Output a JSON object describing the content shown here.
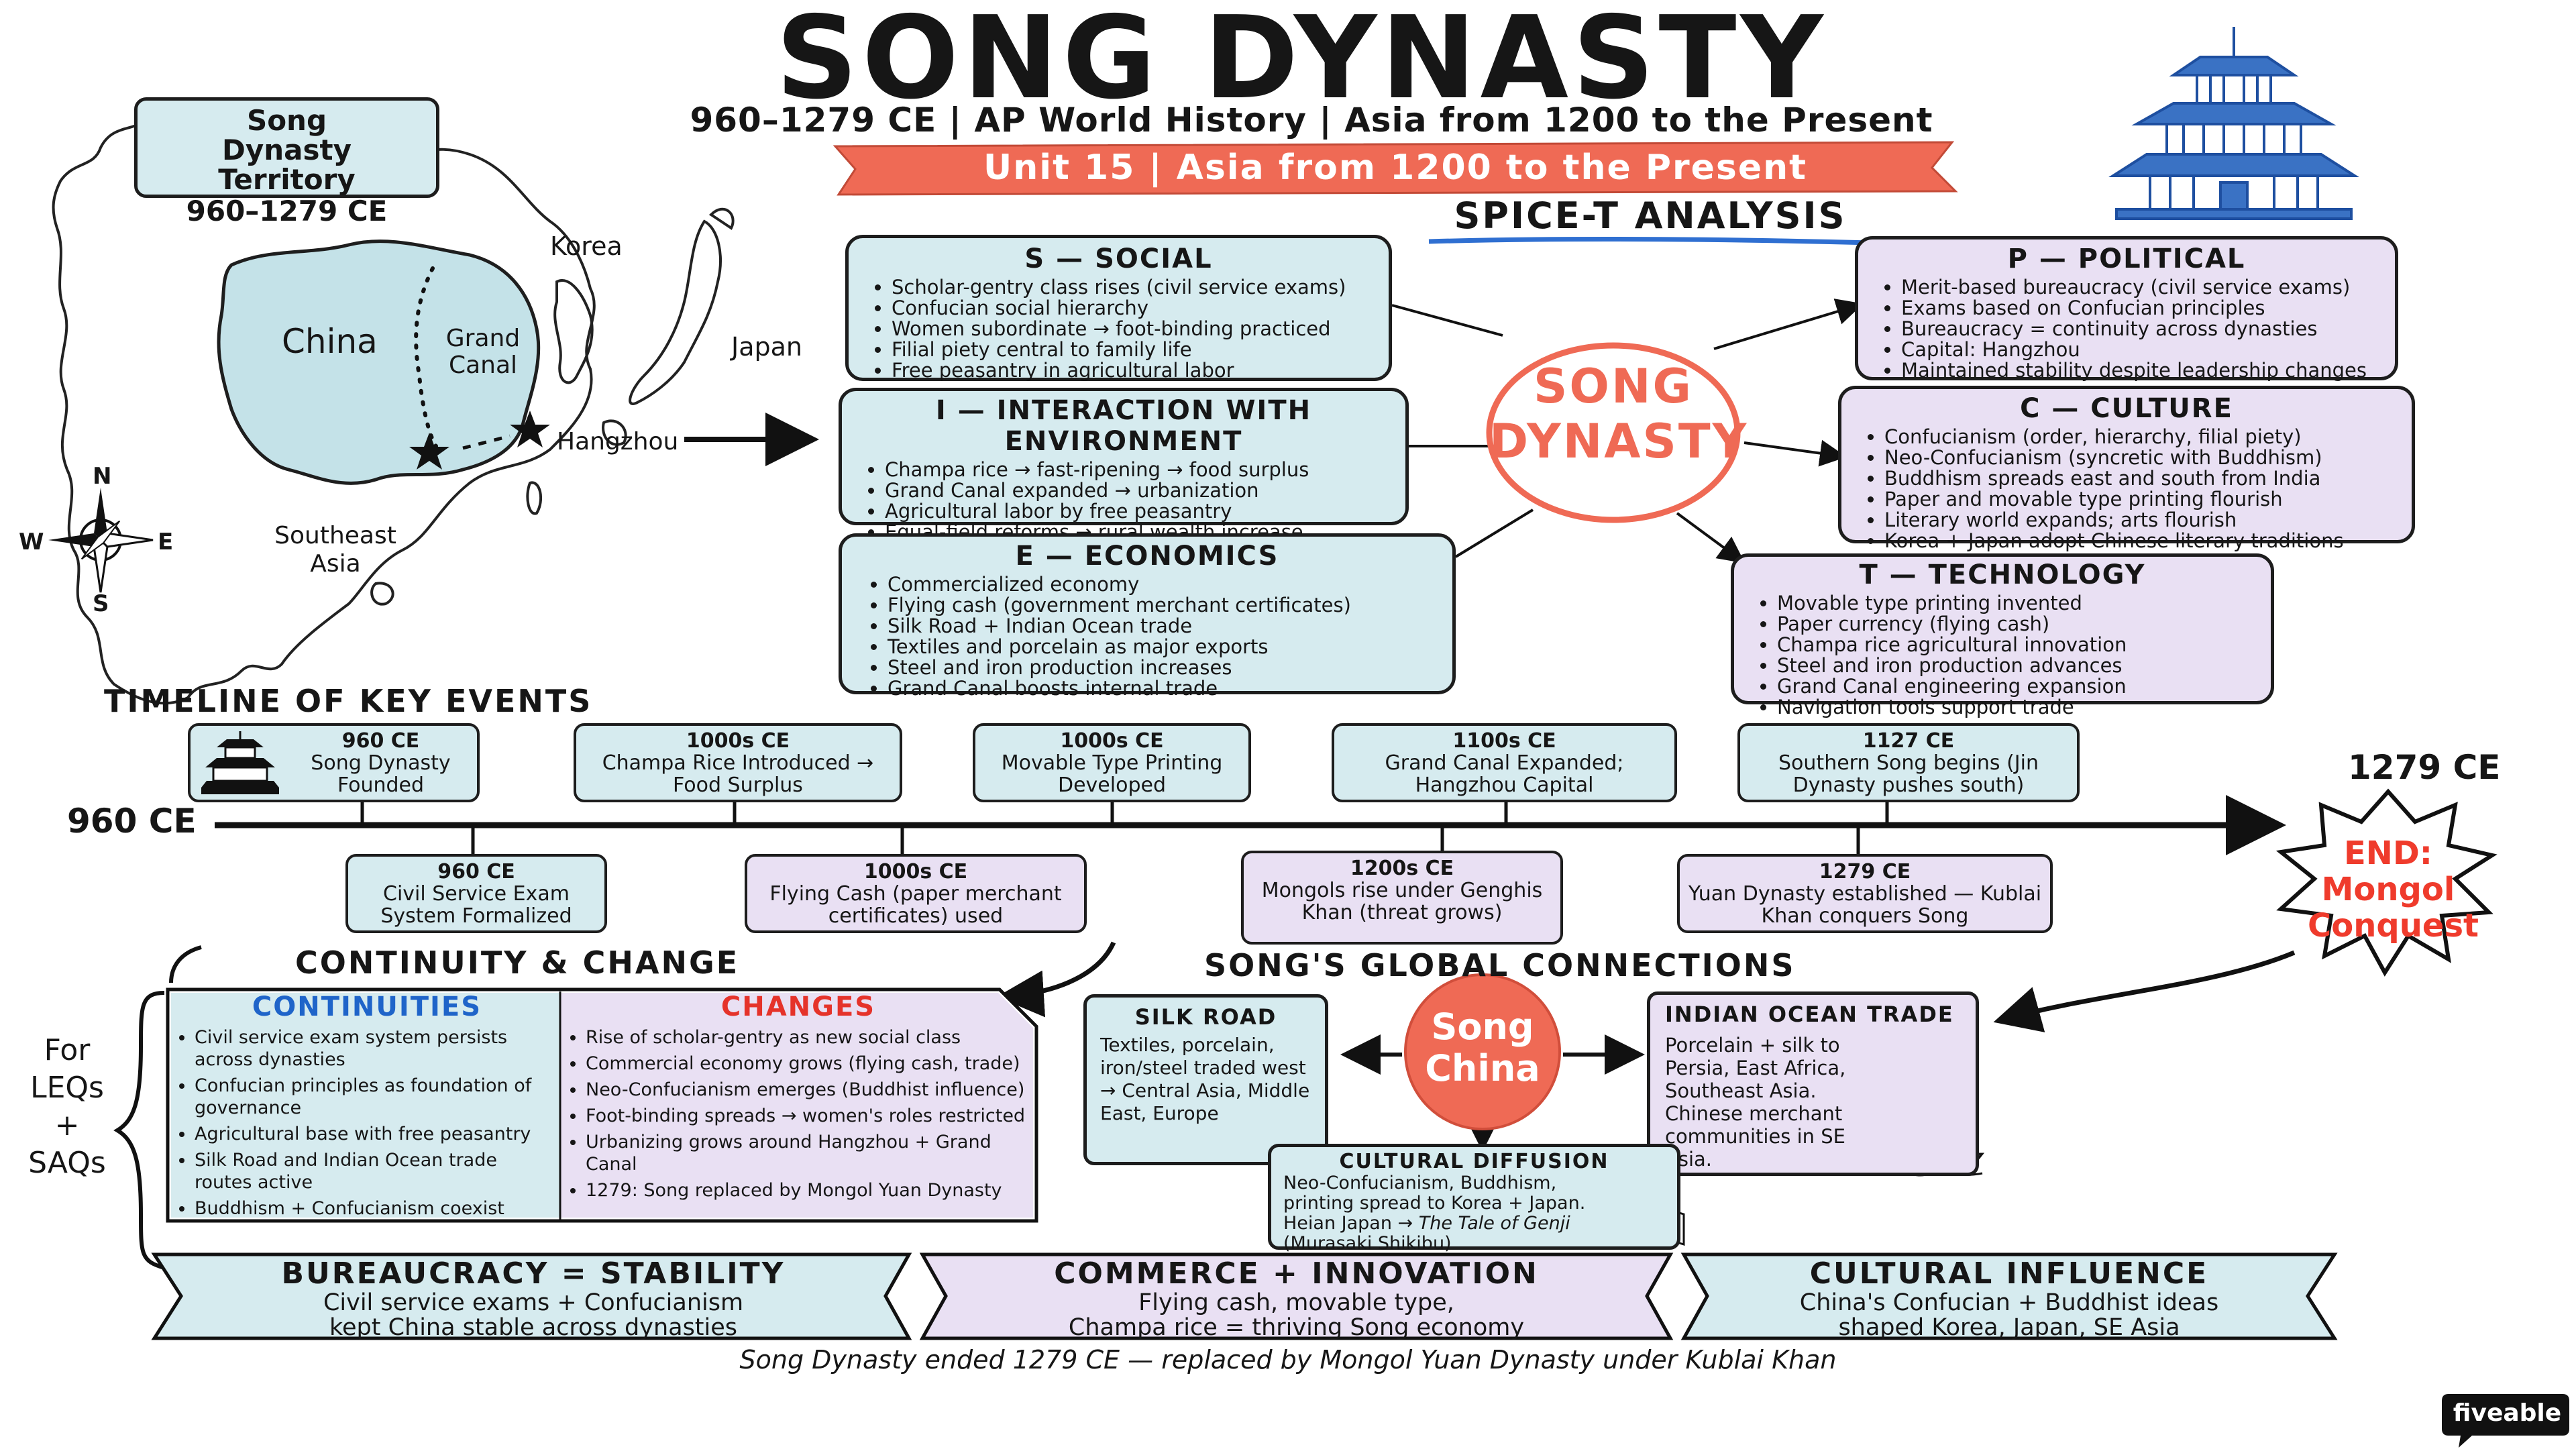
{
  "header": {
    "title": "SONG DYNASTY",
    "subtitle": "960–1279 CE | AP World History | Asia from 1200 to the Present",
    "unit_banner": "Unit 15 | Asia from 1200 to the Present",
    "spicet_heading": "SPICE-T ANALYSIS"
  },
  "map": {
    "territory_title": "Song Dynasty Territory",
    "territory_years": "960–1279 CE",
    "label_china": "China",
    "label_grand_canal": "Grand Canal",
    "label_korea": "Korea",
    "label_japan": "Japan",
    "label_hangzhou": "Hangzhou",
    "label_se_asia": "Southeast Asia",
    "compass_n": "N",
    "compass_s": "S",
    "compass_e": "E",
    "compass_w": "W"
  },
  "center": {
    "line1": "SONG",
    "line2": "DYNASTY"
  },
  "spicet": {
    "social": {
      "title": "S — SOCIAL",
      "items": [
        "Scholar-gentry class rises (civil service exams)",
        "Confucian social hierarchy",
        "Women subordinate → foot-binding practiced",
        "Filial piety central to family life",
        "Free peasantry in agricultural labor"
      ]
    },
    "interaction": {
      "title": "I — INTERACTION WITH ENVIRONMENT",
      "items": [
        "Champa rice → fast-ripening → food surplus",
        "Grand Canal expanded → urbanization",
        "Agricultural labor by free peasantry",
        "Equal-field reforms → rural wealth increase"
      ]
    },
    "economics": {
      "title": "E — ECONOMICS",
      "items": [
        "Commercialized economy",
        "Flying cash (government merchant certificates)",
        "Silk Road + Indian Ocean trade",
        "Textiles and porcelain as major exports",
        "Steel and iron production increases",
        "Grand Canal boosts internal trade"
      ]
    },
    "political": {
      "title": "P — POLITICAL",
      "items": [
        "Merit-based bureaucracy (civil service exams)",
        "Exams based on Confucian principles",
        "Bureaucracy = continuity across dynasties",
        "Capital: Hangzhou",
        "Maintained stability despite leadership changes"
      ]
    },
    "culture": {
      "title": "C — CULTURE",
      "items": [
        "Confucianism (order, hierarchy, filial piety)",
        "Neo-Confucianism (syncretic with Buddhism)",
        "Buddhism spreads east and south from India",
        "Paper and movable type printing flourish",
        "Literary world expands; arts flourish",
        "Korea + Japan adopt Chinese literary traditions"
      ]
    },
    "technology": {
      "title": "T — TECHNOLOGY",
      "items": [
        "Movable type printing invented",
        "Paper currency (flying cash)",
        "Champa rice agricultural innovation",
        "Steel and iron production advances",
        "Grand Canal engineering expansion",
        "Navigation tools support trade"
      ]
    }
  },
  "timeline": {
    "heading": "TIMELINE OF KEY EVENTS",
    "start": "960 CE",
    "end": "1279 CE",
    "end_badge_1": "END:",
    "end_badge_2": "Mongol",
    "end_badge_3": "Conquest",
    "above": [
      {
        "date": "960 CE",
        "text": "Song Dynasty Founded"
      },
      {
        "date": "1000s CE",
        "text": "Champa Rice Introduced → Food Surplus"
      },
      {
        "date": "1000s CE",
        "text": "Movable Type Printing Developed"
      },
      {
        "date": "1100s CE",
        "text": "Grand Canal Expanded; Hangzhou Capital"
      },
      {
        "date": "1127 CE",
        "text": "Southern Song begins (Jin Dynasty pushes south)"
      }
    ],
    "below": [
      {
        "date": "960 CE",
        "text": "Civil Service Exam System Formalized"
      },
      {
        "date": "1000s CE",
        "text": "Flying Cash (paper merchant certificates) used"
      },
      {
        "date": "1200s CE",
        "text": "Mongols rise under Genghis Khan (threat grows)"
      },
      {
        "date": "1279 CE",
        "text": "Yuan Dynasty established — Kublai Khan conquers Song"
      }
    ]
  },
  "continuity": {
    "heading": "CONTINUITY & CHANGE",
    "side_note": "For LEQs + SAQs",
    "continuities_title": "CONTINUITIES",
    "continuities": [
      "Civil service exam system persists across dynasties",
      "Confucian principles as foundation of governance",
      "Agricultural base with free peasantry",
      "Silk Road and Indian Ocean trade routes active",
      "Buddhism + Confucianism coexist"
    ],
    "changes_title": "CHANGES",
    "changes": [
      "Rise of scholar-gentry as new social class",
      "Commercial economy grows (flying cash, trade)",
      "Neo-Confucianism emerges (Buddhist influence)",
      "Foot-binding spreads → women's roles restricted",
      "Urbanizing grows around Hangzhou + Grand Canal",
      "1279: Song replaced by Mongol Yuan Dynasty"
    ]
  },
  "global": {
    "heading": "SONG'S GLOBAL CONNECTIONS",
    "hub_1": "Song",
    "hub_2": "China",
    "silk_title": "SILK ROAD",
    "silk_text": "Textiles, porcelain, iron/steel traded west → Central Asia, Middle East, Europe",
    "indian_title": "INDIAN OCEAN TRADE",
    "indian_text": "Porcelain + silk to Persia, East Africa, Southeast Asia. Chinese merchant communities in SE Asia.",
    "diffusion_title": "CULTURAL DIFFUSION",
    "diffusion_line1": "Neo-Confucianism, Buddhism,",
    "diffusion_line2": "printing spread to Korea + Japan.",
    "diffusion_line3a": "Heian Japan → ",
    "diffusion_line3b": "The Tale of Genji",
    "diffusion_line4": "(Murasaki Shikibu)"
  },
  "ribbons": [
    {
      "title": "BUREAUCRACY = STABILITY",
      "line1": "Civil service exams + Confucianism",
      "line2": "kept China stable across dynasties"
    },
    {
      "title": "COMMERCE + INNOVATION",
      "line1": "Flying cash, movable type,",
      "line2": "Champa rice = thriving Song economy"
    },
    {
      "title": "CULTURAL INFLUENCE",
      "line1": "China's Confucian + Buddhist ideas",
      "line2": "shaped Korea, Japan, SE Asia"
    }
  ],
  "footer": "Song Dynasty ended 1279 CE — replaced by Mongol Yuan Dynasty under Kublai Khan",
  "brand": "fiveable",
  "colors": {
    "accent_red": "#ef6a55",
    "box_blue": "#d6ebef",
    "box_purple": "#e9e0f3",
    "pagoda_blue": "#3a72c4"
  }
}
